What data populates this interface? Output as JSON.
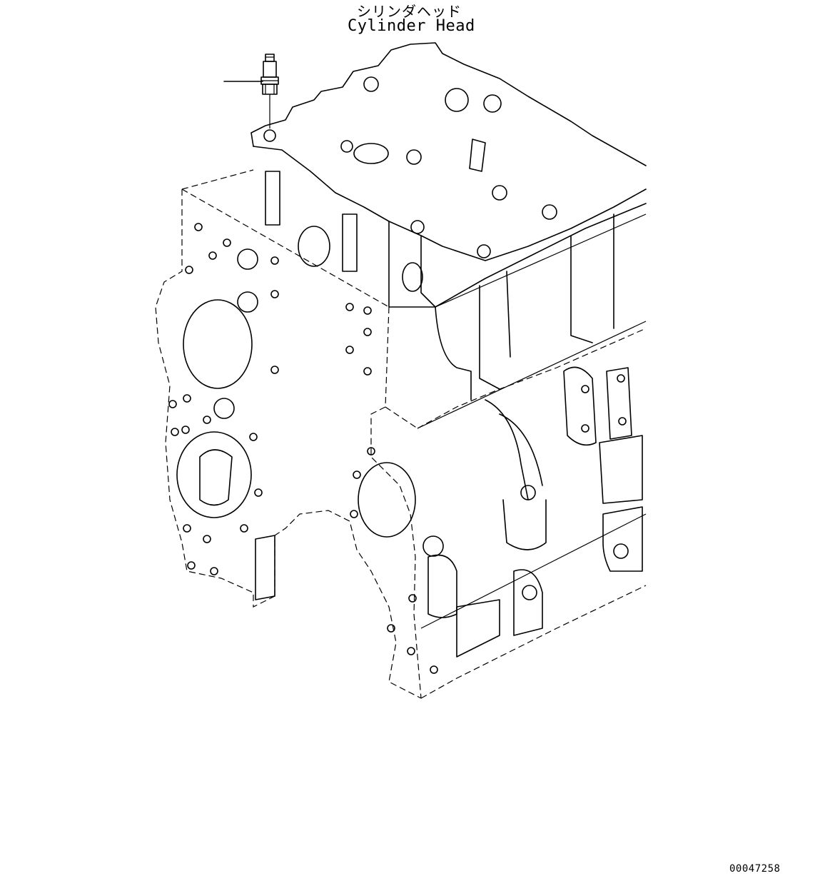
{
  "callout": {
    "japanese_label": "シリンダヘッド",
    "english_label": "Cylinder Head"
  },
  "document": {
    "drawing_number": "00047258"
  },
  "icons": [
    "sensor-part-icon",
    "engine-block-drawing"
  ]
}
